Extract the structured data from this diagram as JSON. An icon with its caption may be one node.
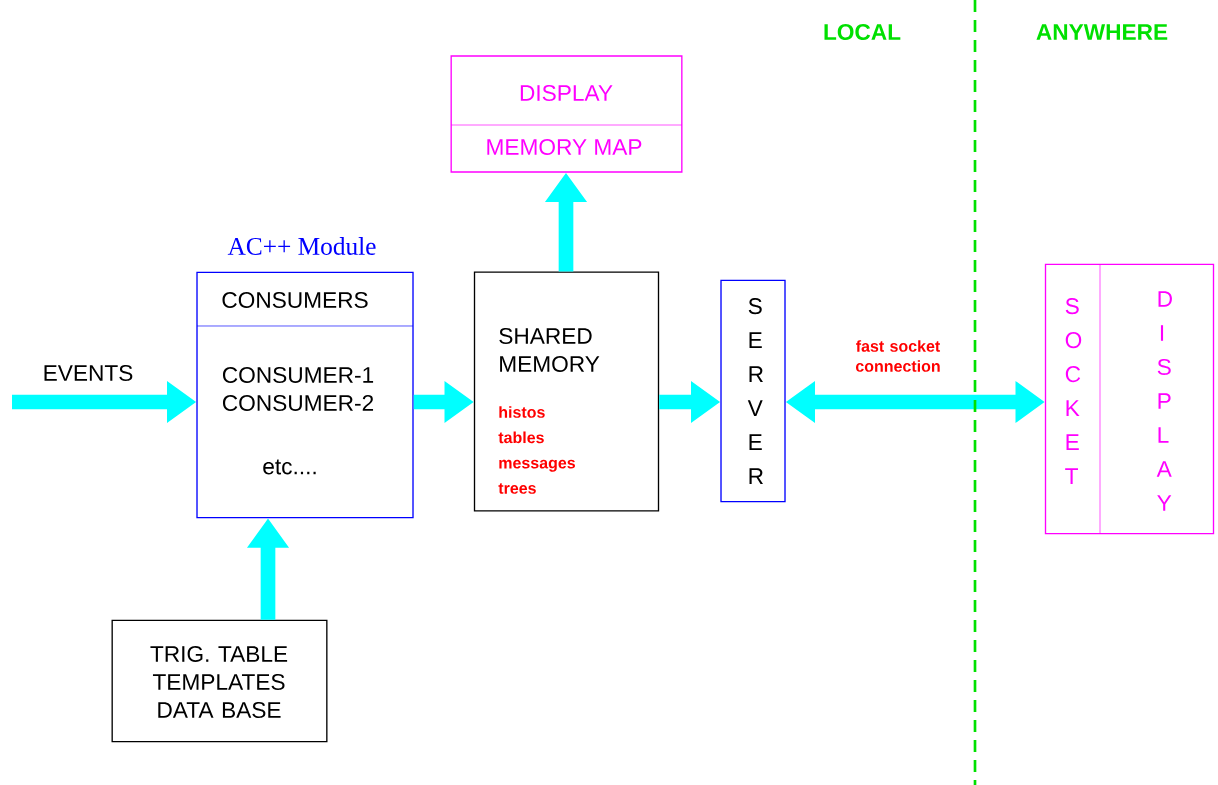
{
  "diagram": {
    "nodes": [
      {
        "text": [
          "DISPLAY",
          "MEMORY MAP"
        ]
      },
      {
        "text": [
          "AC++ Module",
          "CONSUMERS",
          "CONSUMER-1 CONSUMER-2",
          "etc...."
        ]
      },
      {
        "text": [
          "SHARED MEMORY",
          "histos tables messages trees"
        ]
      },
      {
        "text": [
          "S E R V E R"
        ]
      },
      {
        "text": [
          "S O C K E T",
          "D I S P L A Y"
        ]
      },
      {
        "text": [
          "TRIG. TABLE TEMPLATES DATA BASE"
        ]
      }
    ],
    "edges": [
      {
        "from": null,
        "to": 1,
        "arrow": "to",
        "label": "EVENTS"
      },
      {
        "from": 5,
        "to": 1,
        "arrow": "to"
      },
      {
        "from": 1,
        "to": 2,
        "arrow": "to"
      },
      {
        "from": 2,
        "to": 0,
        "arrow": "to"
      },
      {
        "from": 2,
        "to": 3,
        "arrow": "to"
      },
      {
        "from": 3,
        "to": 4,
        "arrow": "both",
        "label": "fast socket connection"
      }
    ],
    "labels": [
      "LOCAL",
      "ANYWHERE"
    ]
  }
}
